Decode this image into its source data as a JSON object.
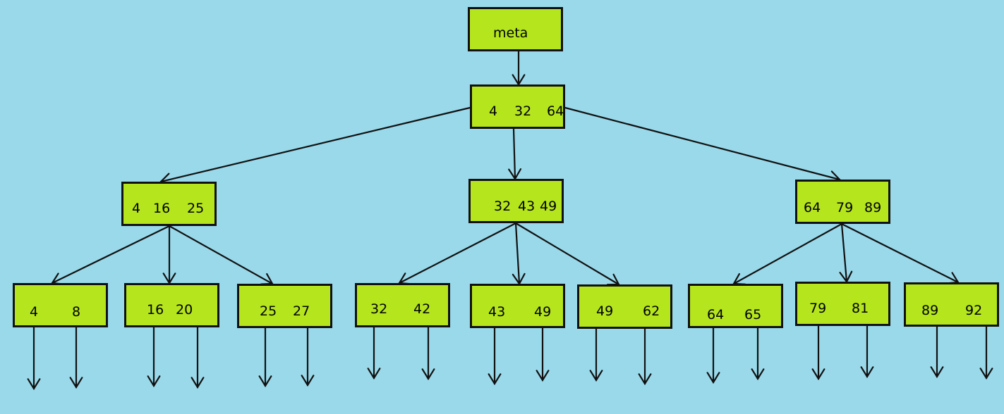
{
  "tree": {
    "meta": {
      "label": "meta"
    },
    "root": {
      "keys": [
        "4",
        "32",
        "64"
      ]
    },
    "branches": [
      {
        "keys": [
          "4",
          "16",
          "25"
        ]
      },
      {
        "keys": [
          "32",
          "43",
          "49"
        ]
      },
      {
        "keys": [
          "64",
          "79",
          "89"
        ]
      }
    ],
    "leaves": [
      {
        "keys": [
          "4",
          "8"
        ]
      },
      {
        "keys": [
          "16",
          "20"
        ]
      },
      {
        "keys": [
          "25",
          "27"
        ]
      },
      {
        "keys": [
          "32",
          "42"
        ]
      },
      {
        "keys": [
          "43",
          "49"
        ]
      },
      {
        "keys": [
          "49",
          "62"
        ]
      },
      {
        "keys": [
          "64",
          "65"
        ]
      },
      {
        "keys": [
          "79",
          "81"
        ]
      },
      {
        "keys": [
          "89",
          "92"
        ]
      }
    ]
  },
  "colors": {
    "background": "#99d9ea",
    "node_fill": "#b5e61d",
    "stroke": "#111111"
  }
}
